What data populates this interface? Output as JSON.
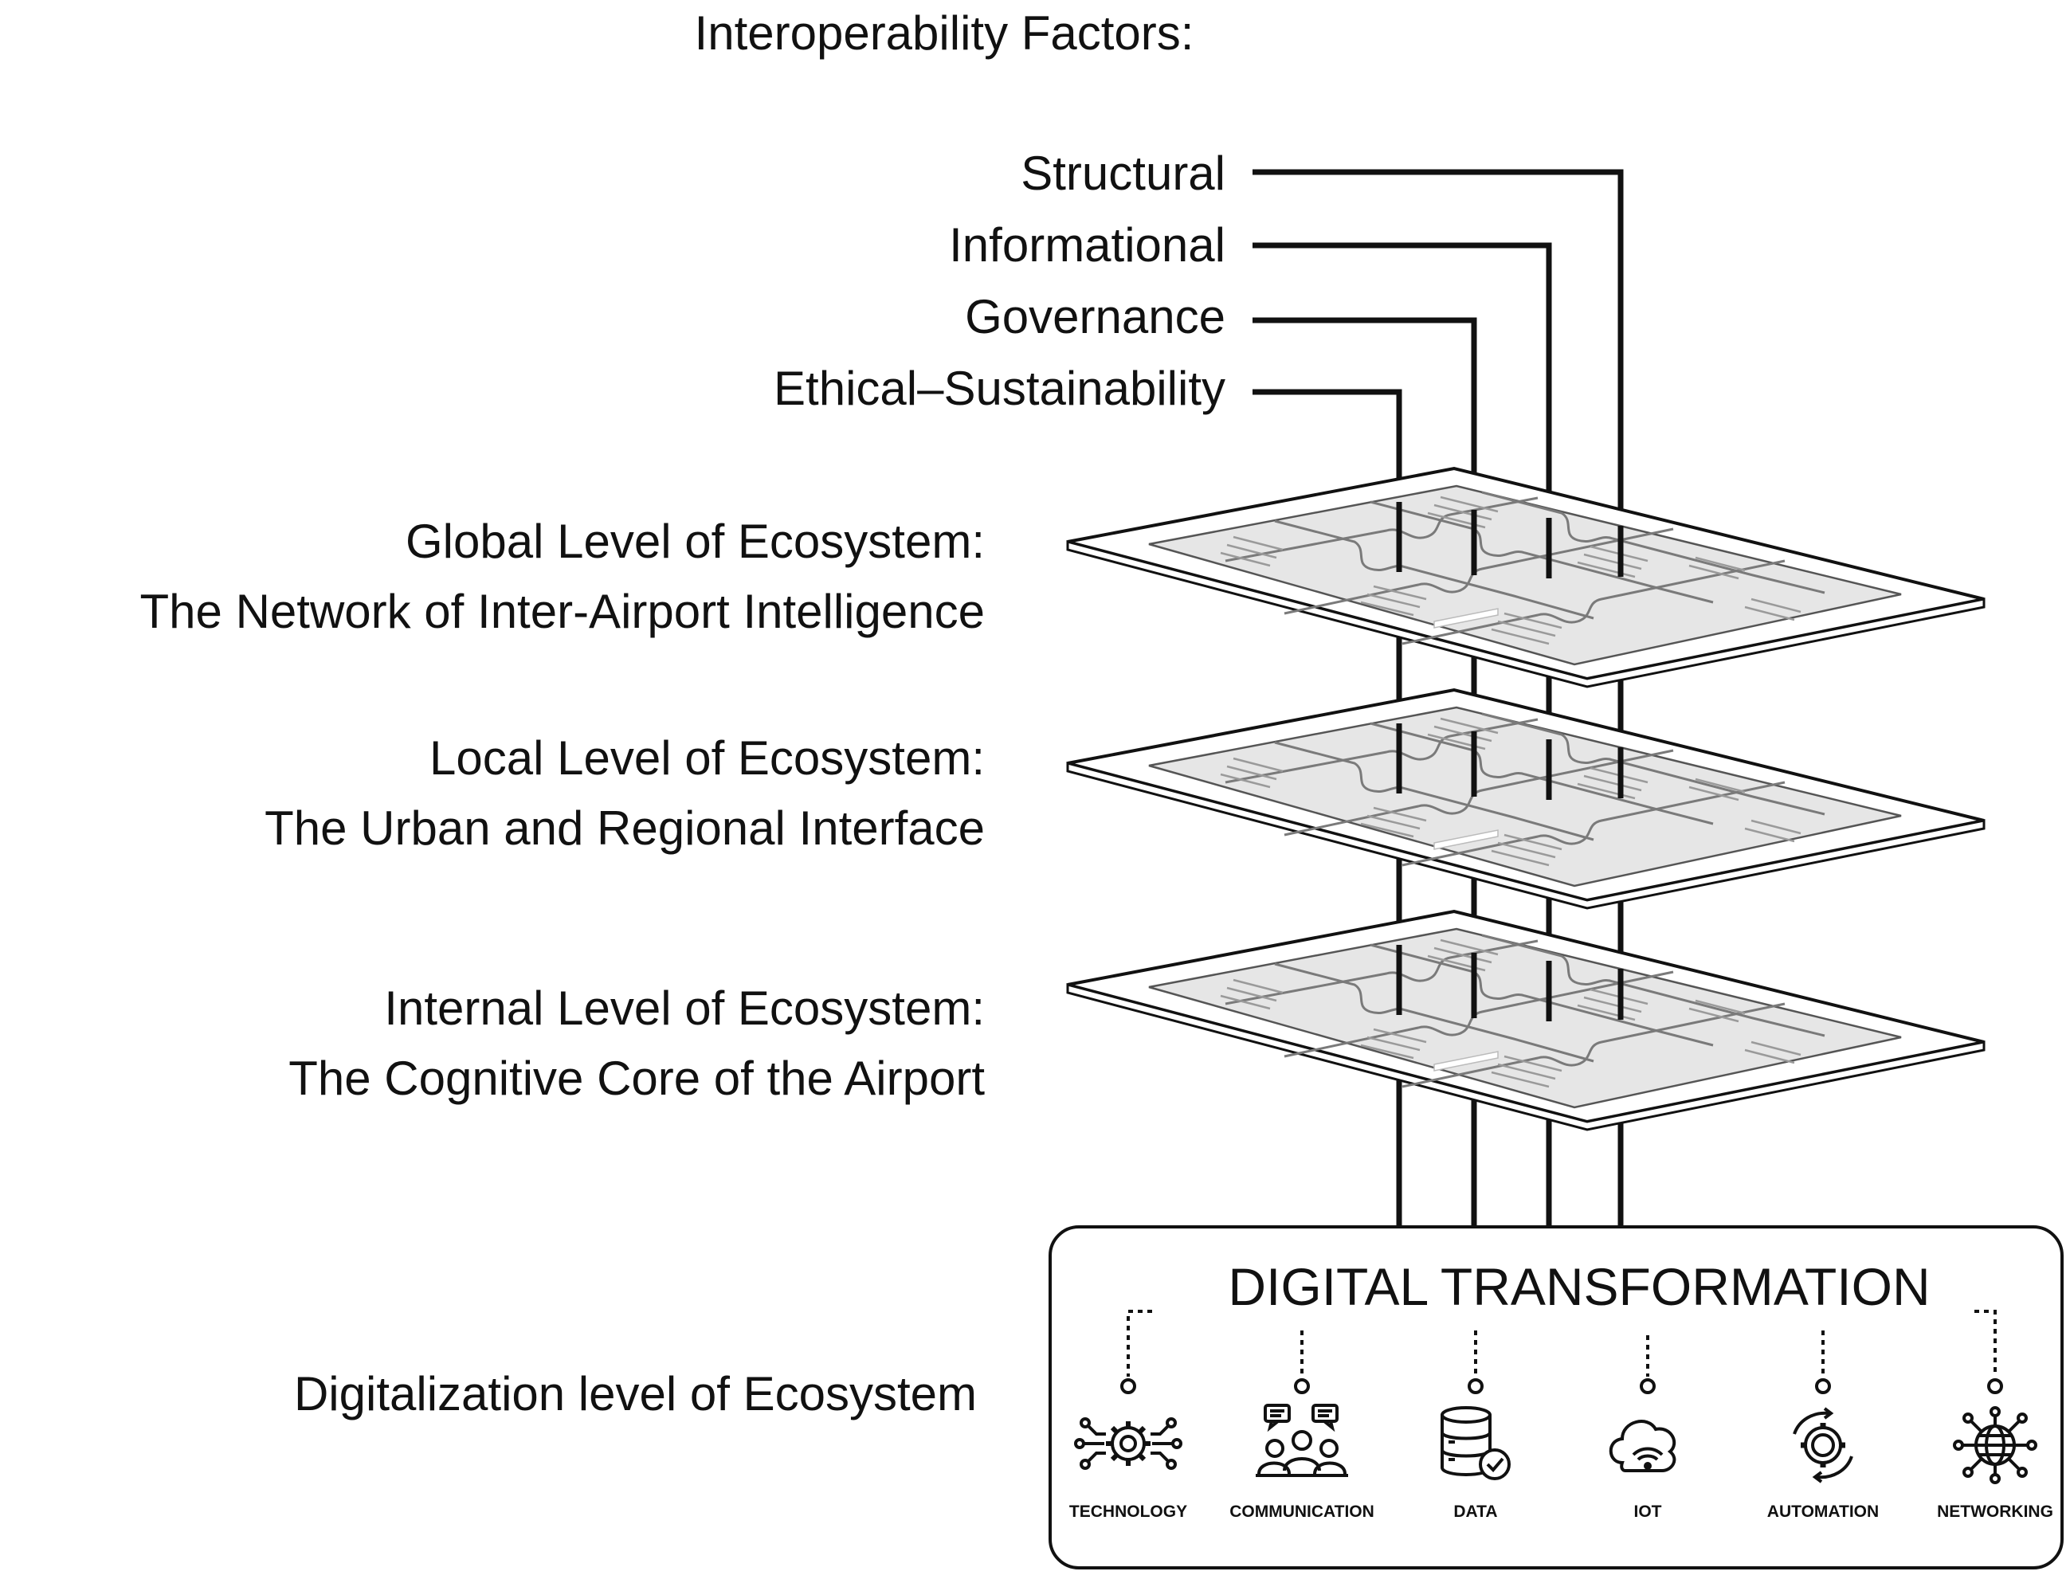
{
  "title": "Interoperability Factors:",
  "factors": [
    {
      "label": "Structural"
    },
    {
      "label": "Informational"
    },
    {
      "label": "Governance"
    },
    {
      "label": "Ethical–Sustainability"
    }
  ],
  "levels": [
    {
      "line1": "Global Level of Ecosystem:",
      "line2": "The Network of Inter-Airport Intelligence"
    },
    {
      "line1": "Local Level of Ecosystem:",
      "line2": "The Urban and Regional Interface"
    },
    {
      "line1": "Internal Level of Ecosystem:",
      "line2": "The Cognitive Core of the Airport"
    }
  ],
  "digital": {
    "level_label": "Digitalization level of Ecosystem",
    "title": "DIGITAL TRANSFORMATION",
    "items": [
      {
        "label": "TECHNOLOGY",
        "icon": "technology-icon"
      },
      {
        "label": "COMMUNICATION",
        "icon": "communication-icon"
      },
      {
        "label": "DATA",
        "icon": "data-icon"
      },
      {
        "label": "IOT",
        "icon": "iot-icon"
      },
      {
        "label": "AUTOMATION",
        "icon": "automation-icon"
      },
      {
        "label": "NETWORKING",
        "icon": "networking-icon"
      }
    ]
  },
  "colors": {
    "line": "#111111",
    "panel": "#e6e6e6",
    "panel_line": "#888888"
  }
}
